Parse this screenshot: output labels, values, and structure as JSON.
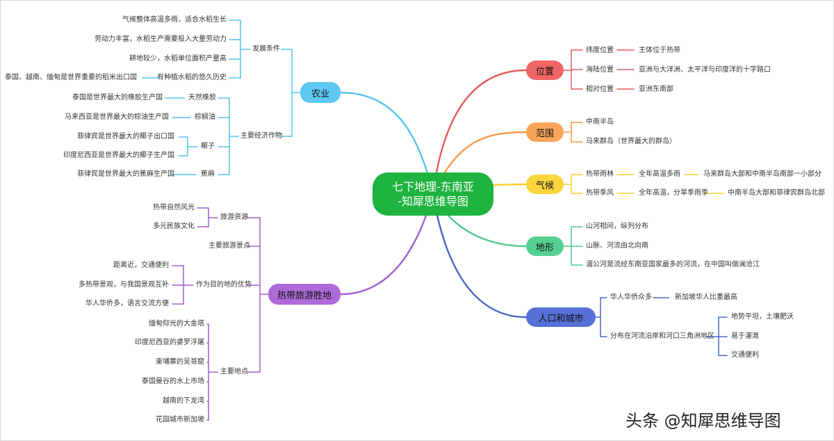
{
  "center": {
    "line1": "七下地理-东南亚",
    "line2": "-知犀思维导图"
  },
  "colors": {
    "position": "#e35b5b",
    "scope": "#f59a45",
    "climate": "#f7d030",
    "terrain": "#4cc88c",
    "population": "#4a63c9",
    "agriculture": "#52c3ee",
    "tourism": "#a25fd1",
    "center": "#1fb33f"
  },
  "right": {
    "position": {
      "label": "位置",
      "items": [
        {
          "label": "纬度位置",
          "detail": "主体位于热带"
        },
        {
          "label": "海陆位置",
          "detail": "亚洲与大洋洲、太平洋与印度洋的十字路口"
        },
        {
          "label": "相对位置",
          "detail": "亚洲东南部"
        }
      ]
    },
    "scope": {
      "label": "范围",
      "items": [
        "中南半岛",
        "马来群岛（世界最大的群岛）"
      ]
    },
    "climate": {
      "label": "气候",
      "items": [
        {
          "label": "热带雨林",
          "feature": "全年高温多雨",
          "area": "马来群岛大部和中南半岛南部一小部分"
        },
        {
          "label": "热带季风",
          "feature": "全年高温，分旱季雨季",
          "area": "中南半岛大部和菲律宾群岛北部"
        }
      ]
    },
    "terrain": {
      "label": "地形",
      "items": [
        "山河相间，纵列分布",
        "山脉、河流由北向南",
        "湄公河是流经东南亚国家最多的河流，在中国叫做澜沧江"
      ]
    },
    "population": {
      "label": "人口和城市",
      "item1": {
        "label": "华人华侨众多",
        "detail": "新加坡华人比重最高"
      },
      "item2": {
        "label": "分布在河流沿岸和河口三角洲地区",
        "details": [
          "地势平坦，土壤肥沃",
          "易于灌溉",
          "交通便利"
        ]
      }
    }
  },
  "left": {
    "agriculture": {
      "label": "农业",
      "conditions": {
        "label": "发展条件",
        "items": [
          "气候整体高温多雨，适合水稻生长",
          "劳动力丰富，水稻生产需要投入大量劳动力",
          "耕地较少，水稻单位面积产量高",
          "有种植水稻的悠久历史"
        ],
        "history_detail": "泰国、越南、缅甸是世界重要的稻米出口国"
      },
      "crops": {
        "label": "主要经济作物",
        "rubber": {
          "label": "天然橡胶",
          "detail": "泰国是世界最大的橡胶生产国"
        },
        "palm": {
          "label": "棕榈油",
          "detail": "马来西亚是世界最大的棕油生产国"
        },
        "coconut": {
          "label": "椰子",
          "details": [
            "菲律宾是世界最大的椰子出口国",
            "印度尼西亚是世界最大的椰子生产国"
          ]
        },
        "abaca": {
          "label": "蕉麻",
          "detail": "菲律宾是世界最大的蕉麻生产国"
        }
      }
    },
    "tourism": {
      "label": "热带旅游胜地",
      "resources": {
        "label": "旅游资源",
        "items": [
          "热带自然风光",
          "多元民族文化"
        ]
      },
      "spots": "主要旅游景点",
      "advantages": {
        "label": "作为目的地的优势",
        "items": [
          "距离近，交通便利",
          "多热带景观，与我国景观互补",
          "华人华侨多，语言交流方便"
        ]
      },
      "places": {
        "label": "主要地点",
        "items": [
          "缅甸仰光的大金塔",
          "印度尼西亚的婆罗浮屠",
          "柬埔寨的吴哥窟",
          "泰国曼谷的水上市场",
          "越南的下龙湾",
          "花园城市新加坡"
        ]
      }
    }
  },
  "watermark": "头条 @知犀思维导图"
}
